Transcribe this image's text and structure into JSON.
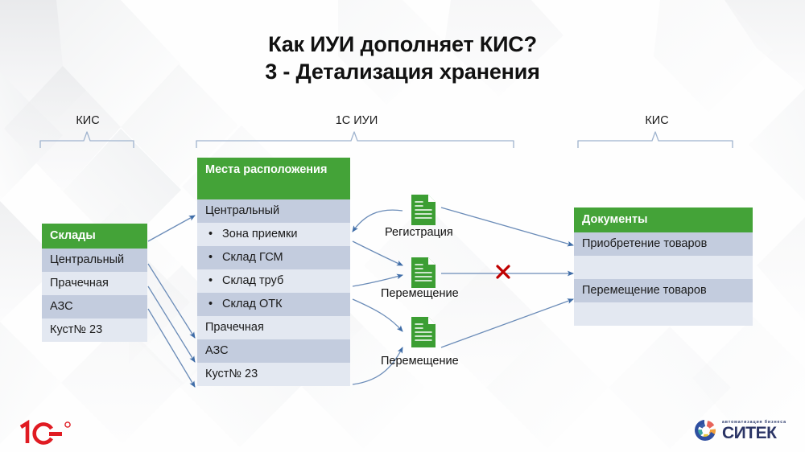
{
  "slide": {
    "title_line1": "Как ИУИ дополняет КИС?",
    "title_line2": "3 - Детализация хранения",
    "accent_green": "#44A338",
    "row_dark": "#C3CCDE",
    "row_light": "#E3E8F1",
    "arrow_color": "#5B7AA8",
    "cross_color": "#C00000"
  },
  "groups": {
    "left_label": "КИС",
    "middle_label": "1С ИУИ",
    "right_label": "КИС"
  },
  "tables": {
    "warehouses": {
      "header": "Склады",
      "rows": [
        {
          "text": "Центральный",
          "shade": "dark",
          "bullet": false
        },
        {
          "text": "Прачечная",
          "shade": "light",
          "bullet": false
        },
        {
          "text": "АЗС",
          "shade": "dark",
          "bullet": false
        },
        {
          "text": "Куст№ 23",
          "shade": "light",
          "bullet": false
        }
      ]
    },
    "locations": {
      "header": "Места расположения",
      "rows": [
        {
          "text": "Центральный",
          "shade": "dark",
          "bullet": false
        },
        {
          "text": "Зона приемки",
          "shade": "light",
          "bullet": true
        },
        {
          "text": "Склад ГСМ",
          "shade": "dark",
          "bullet": true
        },
        {
          "text": "Склад труб",
          "shade": "light",
          "bullet": true
        },
        {
          "text": "Склад ОТК",
          "shade": "dark",
          "bullet": true
        },
        {
          "text": "Прачечная",
          "shade": "light",
          "bullet": false
        },
        {
          "text": "АЗС",
          "shade": "dark",
          "bullet": false
        },
        {
          "text": "Куст№ 23",
          "shade": "light",
          "bullet": false
        }
      ]
    },
    "documents": {
      "header": "Документы",
      "rows": [
        {
          "text": "Приобретение товаров",
          "shade": "dark",
          "bullet": false
        },
        {
          "text": "",
          "shade": "light",
          "bullet": false
        },
        {
          "text": "Перемещение товаров",
          "shade": "dark",
          "bullet": false
        },
        {
          "text": "",
          "shade": "light",
          "bullet": false
        }
      ]
    }
  },
  "documents_flow": [
    {
      "label": "Регистрация",
      "icon": "document-icon"
    },
    {
      "label": "Перемещение",
      "icon": "document-icon"
    },
    {
      "label": "Перемещение",
      "icon": "document-icon"
    }
  ],
  "annotations": {
    "blocked_marker": "×"
  },
  "logos": {
    "onec": "1C",
    "sitek_tagline": "автоматизация бизнеса",
    "sitek_name": "СИТЕК"
  }
}
